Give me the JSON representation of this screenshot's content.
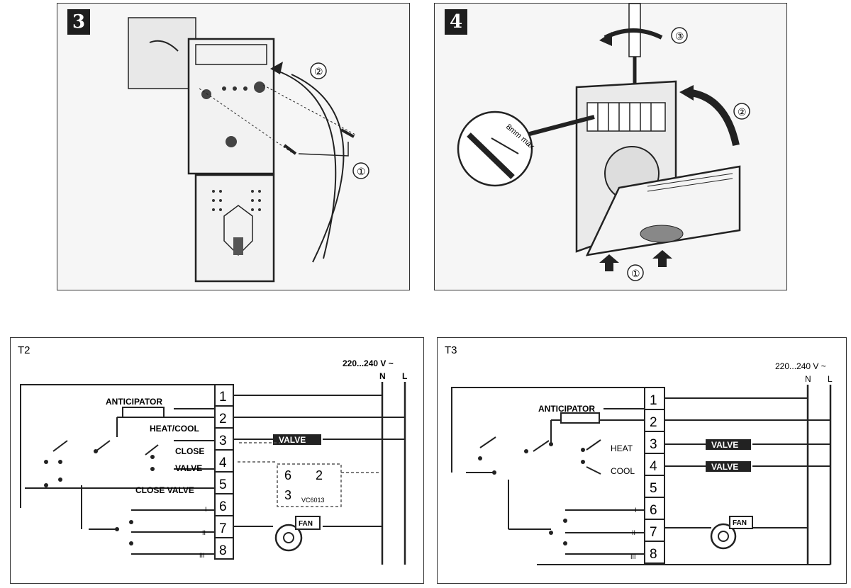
{
  "panels": {
    "step3": {
      "badge": "3",
      "markers": [
        "②",
        "①"
      ]
    },
    "step4": {
      "badge": "4",
      "markers": [
        "③",
        "②",
        "①"
      ],
      "callout": "8mm max"
    },
    "t2": {
      "title": "T2",
      "supply": "220...240 V ~",
      "neutral": "N",
      "line": "L",
      "anticipator": "ANTICIPATOR",
      "heat_cool": "HEAT/COOL",
      "close": "CLOSE",
      "valve_label": "VALVE",
      "close_valve": "CLOSE VALVE",
      "valve_box": "VALVE",
      "fan": "FAN",
      "terminals": [
        "1",
        "2",
        "3",
        "4",
        "5",
        "6",
        "7",
        "8"
      ],
      "speeds": [
        "I",
        "II",
        "III"
      ],
      "actuator_terminals": [
        "6",
        "2",
        "3"
      ],
      "actuator_model": "VC6013"
    },
    "t3": {
      "title": "T3",
      "supply": "220...240 V ~",
      "neutral": "N",
      "line": "L",
      "anticipator": "ANTICIPATOR",
      "heat": "HEAT",
      "cool": "COOL",
      "valve_boxes": [
        "VALVE",
        "VALVE"
      ],
      "fan": "FAN",
      "terminals": [
        "1",
        "2",
        "3",
        "4",
        "5",
        "6",
        "7",
        "8"
      ],
      "speeds": [
        "I",
        "II",
        "III"
      ]
    }
  }
}
